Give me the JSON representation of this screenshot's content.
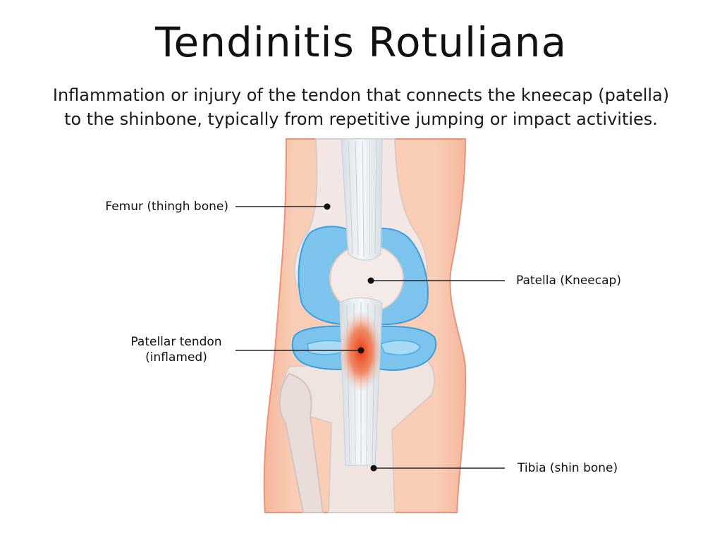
{
  "title": "Tendinitis Rotuliana",
  "subtitle": {
    "line1": "Inflammation or injury of the tendon that connects the kneecap (patella)",
    "line2": "to the shinbone, typically from repetitive jumping or impact activities."
  },
  "labels": {
    "femur": "Femur (thingh bone)",
    "patella": "Patella (Kneecap)",
    "tendon_line1": "Patellar tendon",
    "tendon_line2": "(inflamed)",
    "tibia": "Tibia (shin bone)"
  },
  "colors": {
    "skin": "#f7c6ad",
    "skin_edge": "#e8947a",
    "bone": "#f1e6e3",
    "bone_shade": "#e3d3cf",
    "cartilage": "#7cc3ee",
    "cartilage_edge": "#3aa0dd",
    "tendon": "#e9edf0",
    "inflammation": "#ee4a1f"
  }
}
